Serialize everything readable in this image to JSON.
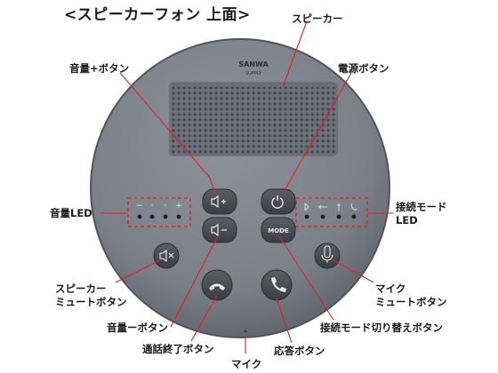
{
  "title": "<スピーカーフォン 上面>",
  "device": {
    "logo_top": "SANWA",
    "logo_bottom": "SUPPLY",
    "mode_button_text": "MODE",
    "volume_dots": [
      "−",
      "·",
      "·",
      "+"
    ]
  },
  "labels": {
    "speaker": "スピーカー",
    "volume_plus": "音量+ボタン",
    "power": "電源ボタン",
    "volume_led": "音量LED",
    "connection_led_1": "接続モード",
    "connection_led_2": "LED",
    "speaker_mute_1": "スピーカー",
    "speaker_mute_2": "ミュートボタン",
    "mic_mute_1": "マイク",
    "mic_mute_2": "ミュートボタン",
    "volume_minus": "音量ーボタン",
    "mode_switch": "接続モード切り替えボタン",
    "end_call": "通話終了ボタン",
    "answer": "応答ボタン",
    "mic": "マイク"
  },
  "colors": {
    "device_body": "#7d828c",
    "device_edge": "#5f646d",
    "button": "#4a4e56",
    "leader_line": "#e2231a",
    "led_box": "#e2231a"
  }
}
